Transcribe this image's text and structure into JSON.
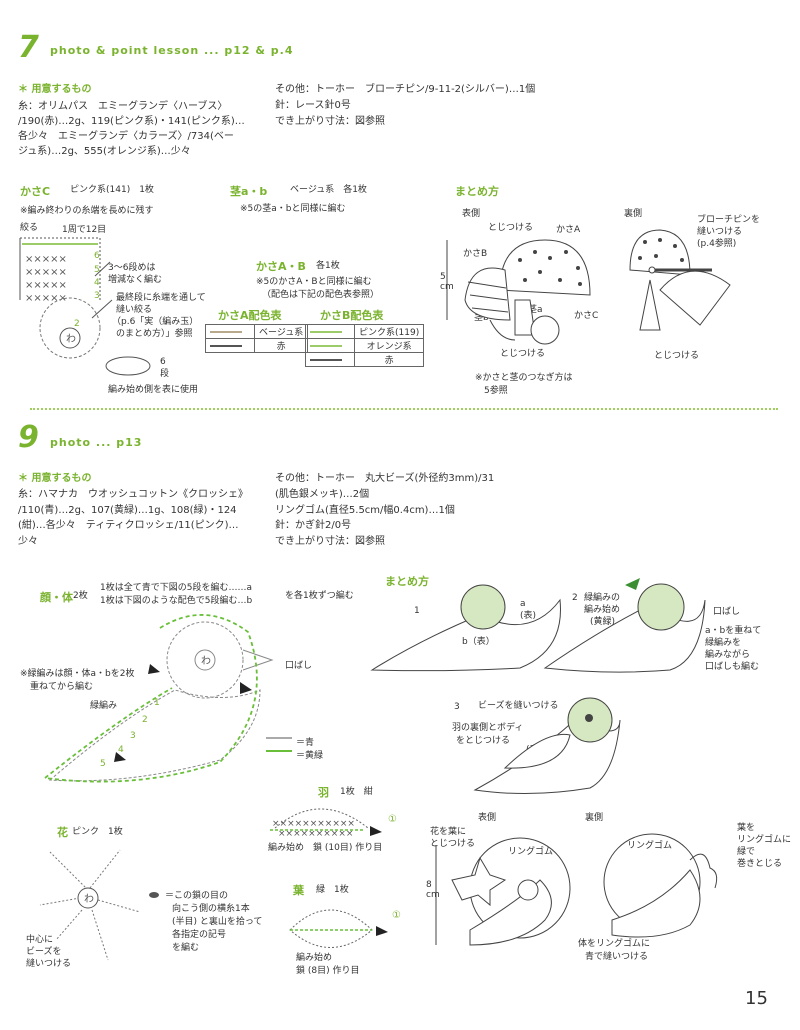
{
  "section7": {
    "number": "7",
    "heading": "photo & point lesson ... p12 & p.4",
    "materials_title": "用意するもの",
    "yarn_lines": [
      "糸：オリムパス　エミーグランデ〈ハーブス〉",
      "/190(赤)…2g、119(ピンク系)・141(ピンク系)…",
      "各少々　エミーグランデ〈カラーズ〉/734(ベー",
      "ジュ系)…2g、555(オレンジ系)…少々"
    ],
    "other_lines": [
      "その他：トーホー　ブローチピン/9-11-2(シルバー)…1個",
      "針：レース針0号",
      "でき上がり寸法：図参照"
    ],
    "kasaC": {
      "title": "かさC",
      "desc": "ピンク系(141)　1枚",
      "note1": "※編み終わりの糸端を長めに残す",
      "shibo": "絞る",
      "round": "1周で12目",
      "note_a1": "3〜6段めは",
      "note_a2": "増減なく編む",
      "note_b1": "最終段に糸端を通して",
      "note_b2": "縫い絞る",
      "note_b3": "（p.6「実（編み玉）",
      "note_b4": "のまとめ方）」参照",
      "rows": "6段",
      "start_note": "編み始め側を表に使用",
      "row_nums": [
        "6",
        "5",
        "4",
        "3",
        "2"
      ],
      "center": "わ"
    },
    "stem": {
      "title": "茎a・b",
      "desc": "ベージュ系　各1枚",
      "note": "※5の茎a・bと同様に編む"
    },
    "kasaAB": {
      "title": "かさA・B",
      "desc": "各1枚",
      "note1": "※5のかさA・Bと同様に編む",
      "note2": "（配色は下記の配色表参照）"
    },
    "tableA": {
      "title": "かさA配色表",
      "rows": [
        {
          "name": "ベージュ系",
          "color": "#b9a98c"
        },
        {
          "name": "赤",
          "color": "#555555"
        }
      ]
    },
    "tableB": {
      "title": "かさB配色表",
      "rows": [
        {
          "name": "ピンク系(119)",
          "color": "#9ccb6a"
        },
        {
          "name": "オレンジ系",
          "color": "#9ccb6a"
        },
        {
          "name": "赤",
          "color": "#555555"
        }
      ]
    },
    "assembly": {
      "title": "まとめ方",
      "front": "表側",
      "back": "裏側",
      "tojitsukeru": "とじつける",
      "kasaA": "かさA",
      "kasaB": "かさB",
      "kasaC": "かさC",
      "stemA": "茎a",
      "stemB": "茎b",
      "size": "5",
      "unit": "cm",
      "pin1": "ブローチピンを",
      "pin2": "縫いつける",
      "pin3": "(p.4参照)",
      "note1": "※かさと茎のつなぎ方は",
      "note2": "5参照"
    }
  },
  "section9": {
    "number": "9",
    "heading": "photo ... p13",
    "materials_title": "用意するもの",
    "yarn_lines": [
      "糸：ハマナカ　ウオッシュコットン《クロッシェ》",
      "/110(青)…2g、107(黄緑)…1g、108(緑)・124",
      "(紺)…各少々　ティティクロッシェ/11(ピンク)…",
      "少々"
    ],
    "other_lines": [
      "その他：トーホー　丸大ビーズ(外径約3mm)/31",
      "(肌色銀メッキ)…2個",
      "リングゴム(直径5.5cm/幅0.4cm)…1個",
      "針：かぎ針2/0号",
      "でき上がり寸法：図参照"
    ],
    "head": {
      "title": "顔・体",
      "count": "2枚",
      "line1": "1枚は全て青で下図の5段を編む……a",
      "line2": "1枚は下図のような配色で5段編む…b",
      "both": "を各1枚ずつ編む",
      "note1": "※緑編みは顔・体a・bを2枚",
      "note2": "重ねてから編む",
      "green_label": "緑編み",
      "beak": "口ばし",
      "legend_blue": "＝青",
      "legend_green": "＝黄緑",
      "center": "わ",
      "nums": [
        "1",
        "2",
        "3",
        "4",
        "5"
      ]
    },
    "wing": {
      "title": "羽",
      "desc": "1枚　紺",
      "caption": "編み始め　鎖 (10目) 作り目",
      "mark": "①"
    },
    "leaf": {
      "title": "葉",
      "desc": "緑　1枚",
      "caption1": "編み始め",
      "caption2": "鎖 (8目) 作り目",
      "mark": "①"
    },
    "flower": {
      "title": "花",
      "desc": "ピンク　1枚",
      "center1": "中心に",
      "center2": "ビーズを",
      "center3": "縫いつける",
      "center": "わ",
      "note1": "＝この鎖の目の",
      "note2": "向こう側の横糸1本",
      "note3": "(半目) と裏山を拾って",
      "note4": "各指定の記号",
      "note5": "を編む"
    },
    "assembly": {
      "title": "まとめ方",
      "step1": "1",
      "a_omote": "a\n(表)",
      "b_omote": "b（表）",
      "step2": "2",
      "green1": "緑編みの",
      "green2": "編み始め",
      "green3": "(黄緑)",
      "beak": "口ばし",
      "ab1": "a・bを重ねて",
      "ab2": "緑編みを",
      "ab3": "編みながら",
      "ab4": "口ばしも編む",
      "step3": "3",
      "bead": "ビーズを縫いつける",
      "wing1": "羽の裏側とボディ",
      "wing2": "をとじつける",
      "omote": "(表)",
      "front": "表側",
      "back": "裏側",
      "ring": "リングゴム",
      "flower1": "花を葉に",
      "flower2": "とじつける",
      "leaf1": "葉を",
      "leaf2": "リングゴムに",
      "leaf3": "緑で",
      "leaf4": "巻きとじる",
      "body1": "体をリングゴムに",
      "body2": "青で縫いつける",
      "size": "8",
      "unit": "cm"
    }
  },
  "page_number": "15"
}
